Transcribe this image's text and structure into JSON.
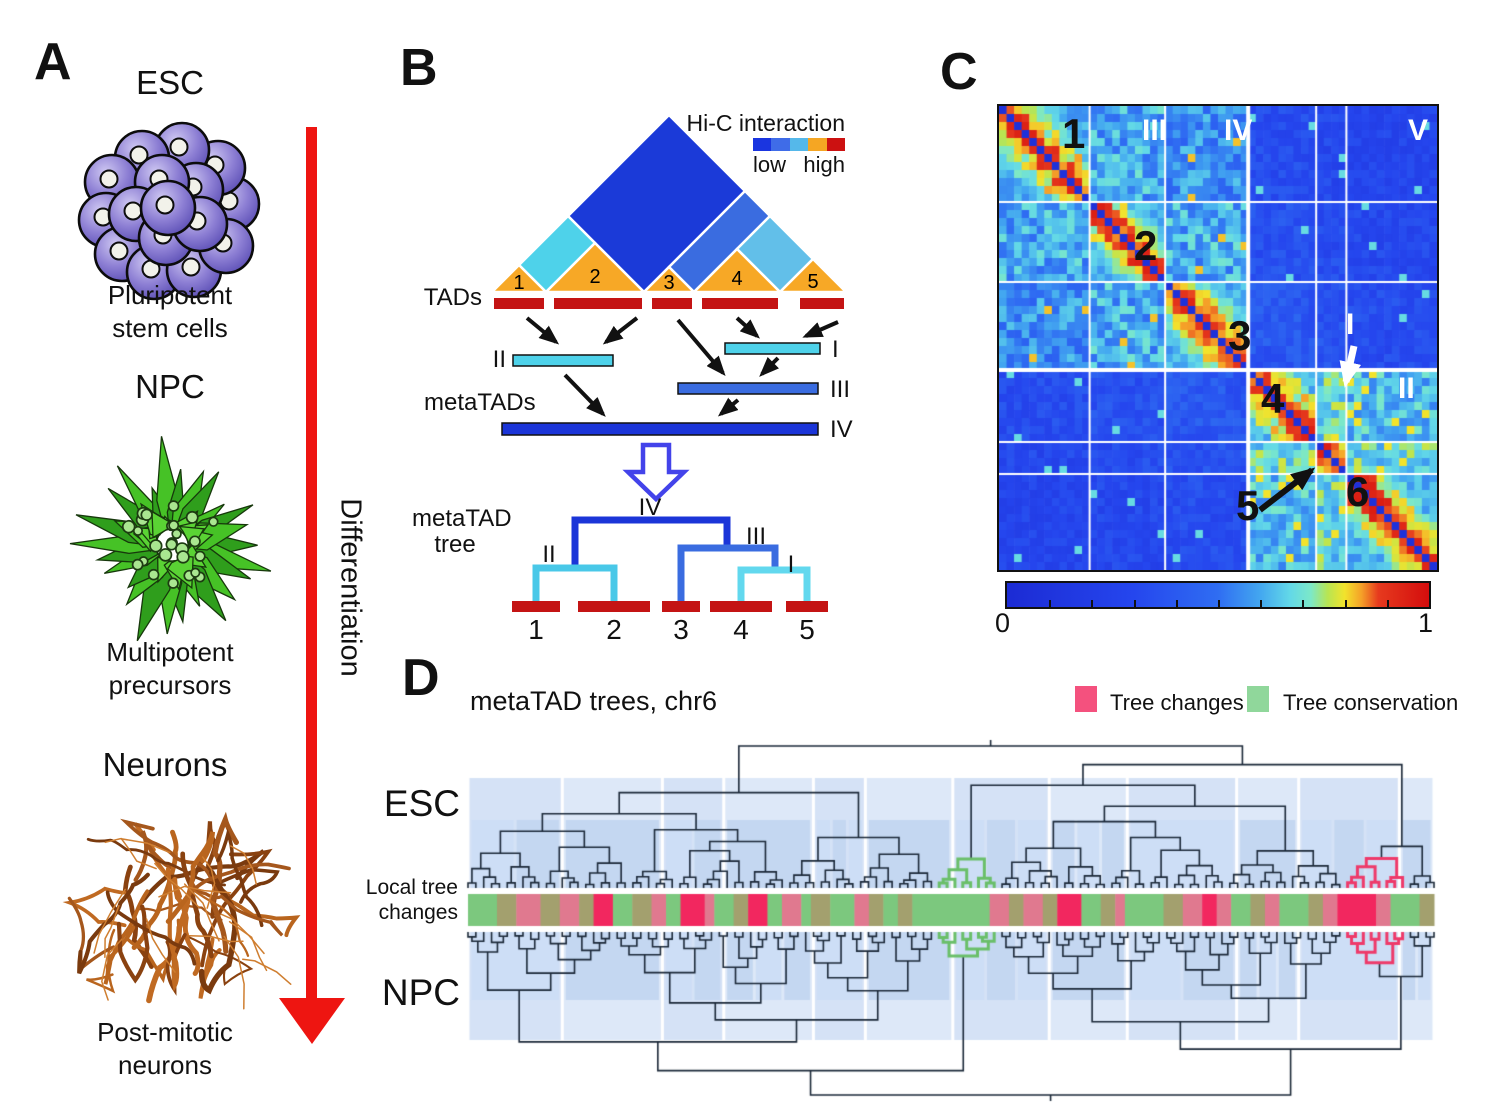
{
  "panel_a": {
    "label": "A",
    "esc_title": "ESC",
    "esc_caption1": "Pluripotent",
    "esc_caption2": "stem cells",
    "npc_title": "NPC",
    "npc_caption1": "Multipotent",
    "npc_caption2": "precursors",
    "neurons_title": "Neurons",
    "neurons_caption1": "Post-mitotic",
    "neurons_caption2": "neurons",
    "arrow_label": "Differentiation",
    "arrow_color": "#ee1511"
  },
  "panel_b": {
    "label": "B",
    "legend_title": "Hi-C interaction",
    "legend_low": "low",
    "legend_high": "high",
    "legend_colors": [
      "#1a35e0",
      "#3f6ce8",
      "#55b8ea",
      "#f5a623",
      "#cc1111"
    ],
    "tads_label": "TADs",
    "metatads_label": "metaTADs",
    "tree_label1": "metaTAD",
    "tree_label2": "tree",
    "tad_numbers": [
      "1",
      "2",
      "3",
      "4",
      "5"
    ],
    "meta_i": "I",
    "meta_ii": "II",
    "meta_iii": "III",
    "meta_iv": "IV",
    "tree_leaf_numbers": [
      "1",
      "2",
      "3",
      "4",
      "5"
    ],
    "colors": {
      "tad_orange": "#f7a826",
      "bar_red": "#c41414",
      "meta_i_cyan": "#62d8ee",
      "meta_ii_cyan": "#49c8e8",
      "meta_iii_blue": "#3a6ce0",
      "meta_iv_blue": "#1b35d8"
    }
  },
  "panel_c": {
    "label": "C",
    "domain_numbers": [
      "1",
      "2",
      "3",
      "4",
      "5",
      "6"
    ],
    "region_labels": [
      "III",
      "IV",
      "V",
      "I",
      "II"
    ],
    "colorbar_min": "0",
    "colorbar_max": "1",
    "boundaries": [
      0,
      0.205,
      0.385,
      0.575,
      0.725,
      0.785,
      1
    ],
    "colormap_stops": [
      [
        0.0,
        "#1c2bd4"
      ],
      [
        0.3,
        "#2546ee"
      ],
      [
        0.5,
        "#2f6df2"
      ],
      [
        0.6,
        "#43a7f0"
      ],
      [
        0.67,
        "#62d8e8"
      ],
      [
        0.72,
        "#7ce8c8"
      ],
      [
        0.76,
        "#b8e552"
      ],
      [
        0.8,
        "#f2e32c"
      ],
      [
        0.84,
        "#f5a028"
      ],
      [
        0.88,
        "#e63a1e"
      ],
      [
        1.0,
        "#d40d0d"
      ]
    ]
  },
  "panel_d": {
    "label": "D",
    "title": "metaTAD trees, chr6",
    "legend": {
      "changes_label": "Tree changes",
      "changes_color": "#f4517e",
      "conservation_label": "Tree conservation",
      "conservation_color": "#90d79b"
    },
    "esc_label": "ESC",
    "npc_label": "NPC",
    "local_label1": "Local tree",
    "local_label2": "changes",
    "leaf_count": 124,
    "green_range": [
      60,
      68
    ],
    "pink_range": [
      112,
      120
    ],
    "highlight_green": "#6abf69",
    "highlight_pink": "#ee3a6a",
    "bar_colors": {
      "g": "#7cc87e",
      "d": "#a3a06e",
      "p": "#e0798f",
      "P": "#f2275f"
    },
    "bar_segments": [
      [
        3,
        "g"
      ],
      [
        2,
        "d"
      ],
      [
        2.5,
        "p"
      ],
      [
        2,
        "d"
      ],
      [
        2,
        "p"
      ],
      [
        1.5,
        "d"
      ],
      [
        2,
        "P"
      ],
      [
        2,
        "g"
      ],
      [
        2,
        "d"
      ],
      [
        1.5,
        "p"
      ],
      [
        1.5,
        "g"
      ],
      [
        2.5,
        "P"
      ],
      [
        1,
        "p"
      ],
      [
        2,
        "g"
      ],
      [
        1.5,
        "d"
      ],
      [
        2,
        "P"
      ],
      [
        1.5,
        "g"
      ],
      [
        2,
        "p"
      ],
      [
        1,
        "g"
      ],
      [
        2,
        "d"
      ],
      [
        2.5,
        "g"
      ],
      [
        1.5,
        "p"
      ],
      [
        1.5,
        "d"
      ],
      [
        1.5,
        "g"
      ],
      [
        1.5,
        "d"
      ],
      [
        8,
        "g"
      ],
      [
        2,
        "p"
      ],
      [
        1.5,
        "d"
      ],
      [
        2,
        "p"
      ],
      [
        1.5,
        "d"
      ],
      [
        2.5,
        "P"
      ],
      [
        2,
        "g"
      ],
      [
        1.5,
        "d"
      ],
      [
        1,
        "p"
      ],
      [
        4,
        "g"
      ],
      [
        2,
        "d"
      ],
      [
        2,
        "p"
      ],
      [
        1.5,
        "P"
      ],
      [
        1.5,
        "p"
      ],
      [
        2,
        "g"
      ],
      [
        1.5,
        "d"
      ],
      [
        1.5,
        "p"
      ],
      [
        3,
        "g"
      ],
      [
        1.5,
        "d"
      ],
      [
        1.5,
        "p"
      ],
      [
        4,
        "P"
      ],
      [
        1.5,
        "p"
      ],
      [
        3,
        "g"
      ],
      [
        1.5,
        "d"
      ]
    ]
  },
  "chart_data": {
    "type": "heatmap",
    "title": "Hi-C interaction matrix (panel C) with nested TAD / metaTAD domains",
    "diagonal_domains": [
      "1",
      "2",
      "3",
      "4",
      "5",
      "6"
    ],
    "metatad_regions": [
      "I",
      "II",
      "III",
      "IV",
      "V"
    ],
    "colorbar_range": [
      0,
      1
    ],
    "colormap": "blue-cyan-yellow-red (jet-like)",
    "legend_position": "colorbar below matrix"
  }
}
